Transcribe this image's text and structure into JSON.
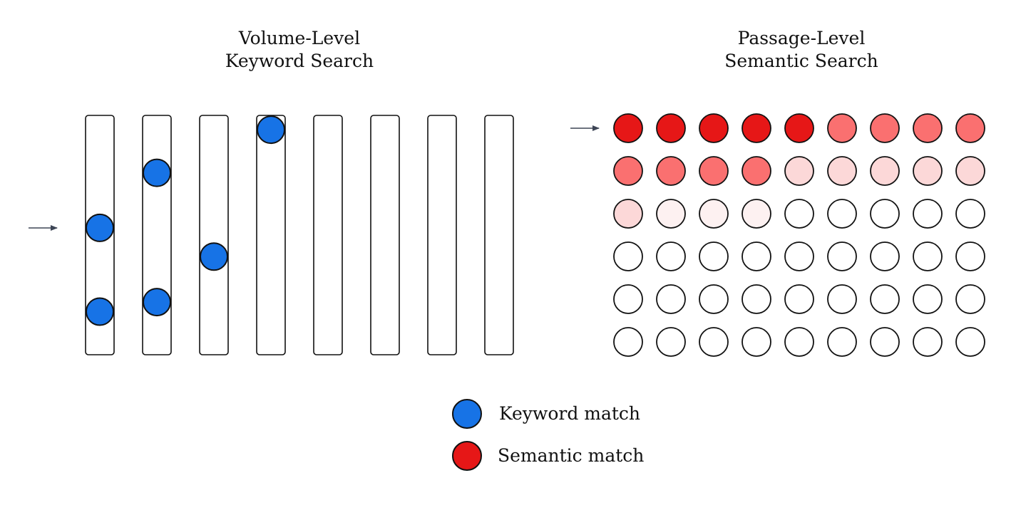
{
  "left_panel": {
    "title_line1": "Volume-Level",
    "title_line2": "Keyword Search",
    "volume_count": 8,
    "keyword_hits": [
      {
        "volume": 1,
        "position": 0.47
      },
      {
        "volume": 1,
        "position": 0.82
      },
      {
        "volume": 2,
        "position": 0.24
      },
      {
        "volume": 2,
        "position": 0.78
      },
      {
        "volume": 3,
        "position": 0.59
      },
      {
        "volume": 4,
        "position": 0.06
      }
    ]
  },
  "right_panel": {
    "title_line1": "Passage-Level",
    "title_line2": "Semantic Search",
    "grid_rows": 6,
    "grid_cols": 9,
    "relevance_levels": [
      1,
      1,
      1,
      1,
      1,
      2,
      2,
      2,
      2,
      2,
      2,
      2,
      2,
      3,
      3,
      3,
      3,
      3,
      3,
      4,
      4,
      4,
      0,
      0,
      0,
      0,
      0,
      0,
      0,
      0,
      0,
      0,
      0,
      0,
      0,
      0,
      0,
      0,
      0,
      0,
      0,
      0,
      0,
      0,
      0,
      0,
      0,
      0,
      0,
      0,
      0,
      0,
      0,
      0
    ]
  },
  "colors": {
    "keyword_match": "#1773e6",
    "semantic_level_1": "#e61717",
    "semantic_level_2": "#fa7070",
    "semantic_level_3": "#fcd8d8",
    "semantic_level_4": "#fdf1f1",
    "unmatched": "#ffffff",
    "outline": "#111111",
    "arrow": "#3d4555"
  },
  "legend": {
    "keyword_label": "Keyword match",
    "semantic_label": "Semantic match"
  }
}
